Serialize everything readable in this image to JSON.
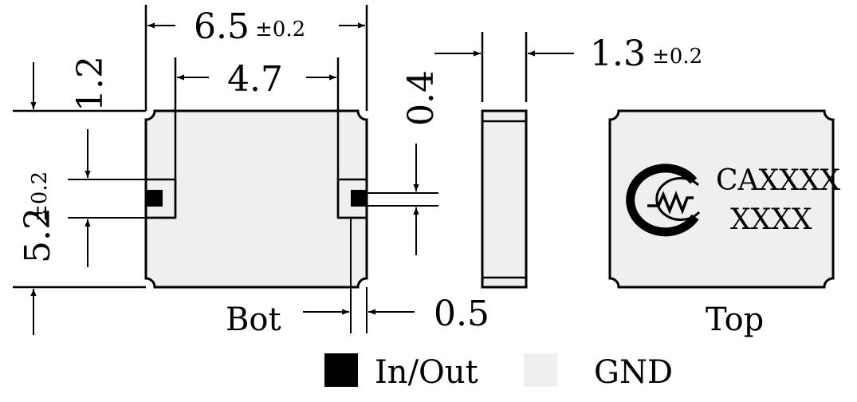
{
  "dimensions": {
    "total_width": "6.5",
    "total_width_tol": "±0.2",
    "inner_width": "4.7",
    "corner_height": "1.2",
    "height": "5.2",
    "height_tol": "±0.2",
    "pad_height": "0.4",
    "thickness": "1.3",
    "thickness_tol": "±0.2",
    "pad_width": "0.5"
  },
  "views": {
    "bottom_label": "Bot",
    "top_label": "Top"
  },
  "marking": {
    "line1": "CAXXXX",
    "line2": "XXXX"
  },
  "legend": {
    "inout_label": "In/Out",
    "gnd_label": "GND"
  },
  "colors": {
    "body_fill": "#efefef",
    "pad_fill": "#000000",
    "line": "#000000"
  }
}
